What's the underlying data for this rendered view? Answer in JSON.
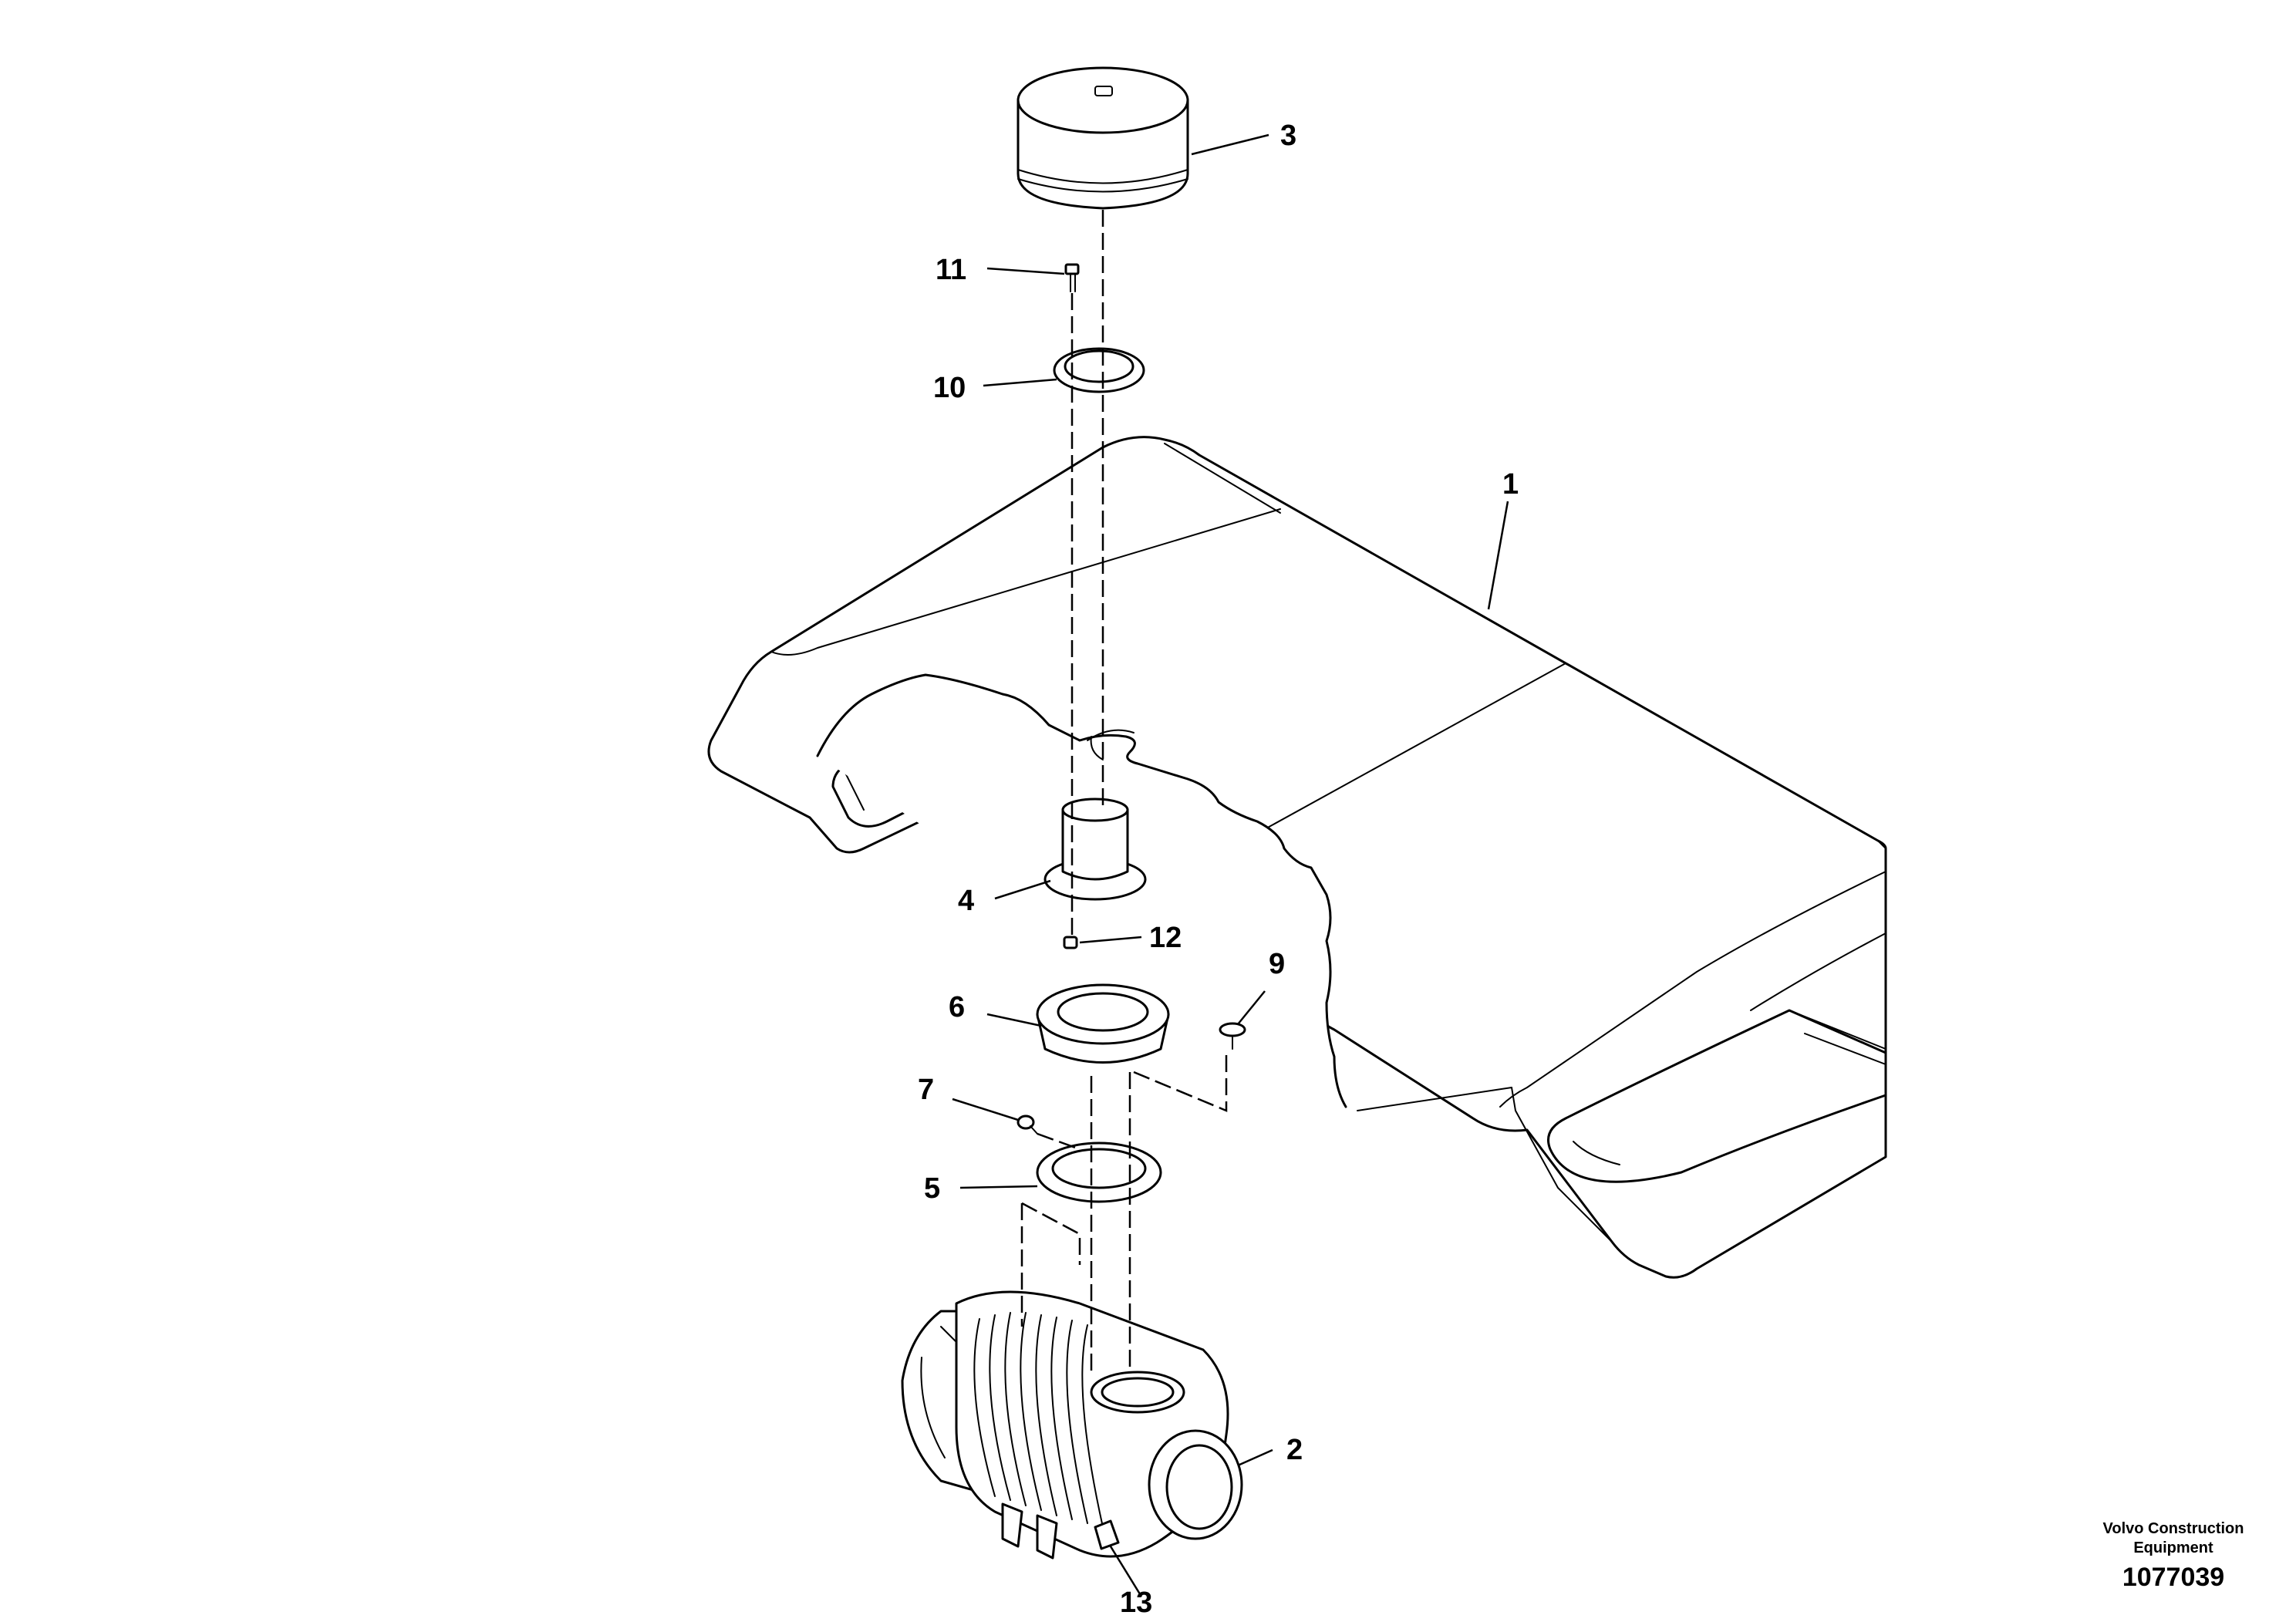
{
  "callouts": {
    "c1": "1",
    "c2": "2",
    "c3": "3",
    "c4": "4",
    "c5": "5",
    "c6": "6",
    "c7": "7",
    "c9": "9",
    "c10": "10",
    "c11": "11",
    "c12": "12",
    "c13": "13"
  },
  "footer": {
    "brand_line1": "Volvo Construction",
    "brand_line2": "Equipment",
    "drawing_number": "1077039"
  }
}
